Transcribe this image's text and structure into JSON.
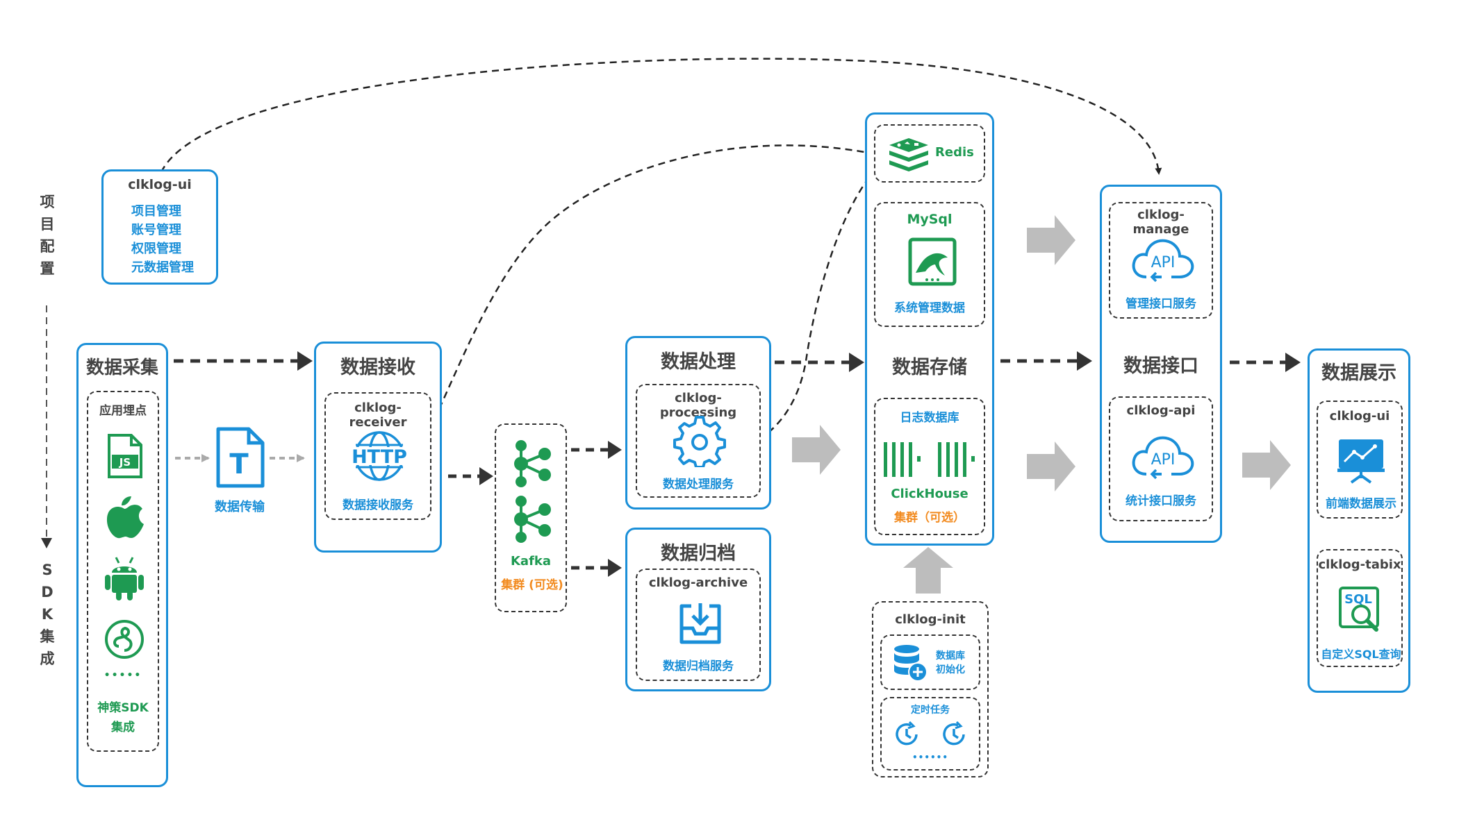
{
  "side_labels": {
    "config": [
      "项",
      "目",
      "配",
      "置"
    ],
    "sdk": [
      "S",
      "D",
      "K",
      "集",
      "成"
    ]
  },
  "ui_box": {
    "title": "clklog-ui",
    "items": [
      "项目管理",
      "账号管理",
      "权限管理",
      "元数据管理"
    ]
  },
  "collect": {
    "title": "数据采集",
    "group": "应用埋点",
    "dots": "•••••",
    "sdk_line1": "神策SDK",
    "sdk_line2": "集成"
  },
  "transfer": {
    "label": "数据传输",
    "icon_letter": "T"
  },
  "receive": {
    "title": "数据接收",
    "service": "clklog-receiver",
    "icon_text": "HTTP",
    "service_label": "数据接收服务"
  },
  "kafka": {
    "name": "Kafka",
    "cluster": "集群 (可选)"
  },
  "process": {
    "title": "数据处理",
    "service": "clklog-processing",
    "service_label": "数据处理服务"
  },
  "archive": {
    "title": "数据归档",
    "service": "clklog-archive",
    "service_label": "数据归档服务"
  },
  "storage": {
    "title": "数据存储",
    "redis": "Redis",
    "mysql": "MySql",
    "mysql_label": "系统管理数据",
    "logdb": "日志数据库",
    "clickhouse": "ClickHouse",
    "cluster": "集群（可选）"
  },
  "init": {
    "title": "clklog-init",
    "db_line1": "数据库",
    "db_line2": "初始化",
    "timer": "定时任务",
    "dots": "••••••"
  },
  "api": {
    "title": "数据接口",
    "manage": "clklog-manage",
    "manage_label": "管理接口服务",
    "api_service": "clklog-api",
    "api_label": "统计接口服务",
    "icon_text": "API"
  },
  "display": {
    "title": "数据展示",
    "ui": "clklog-ui",
    "ui_label": "前端数据展示",
    "tabix": "clklog-tabix",
    "tabix_label": "自定义SQL查询",
    "sql_text": "SQL"
  },
  "colors": {
    "blue": "#1a8fd8",
    "green": "#1e9a52",
    "orange": "#f28a1e",
    "gray": "#bdbdbd",
    "dark": "#444444"
  }
}
